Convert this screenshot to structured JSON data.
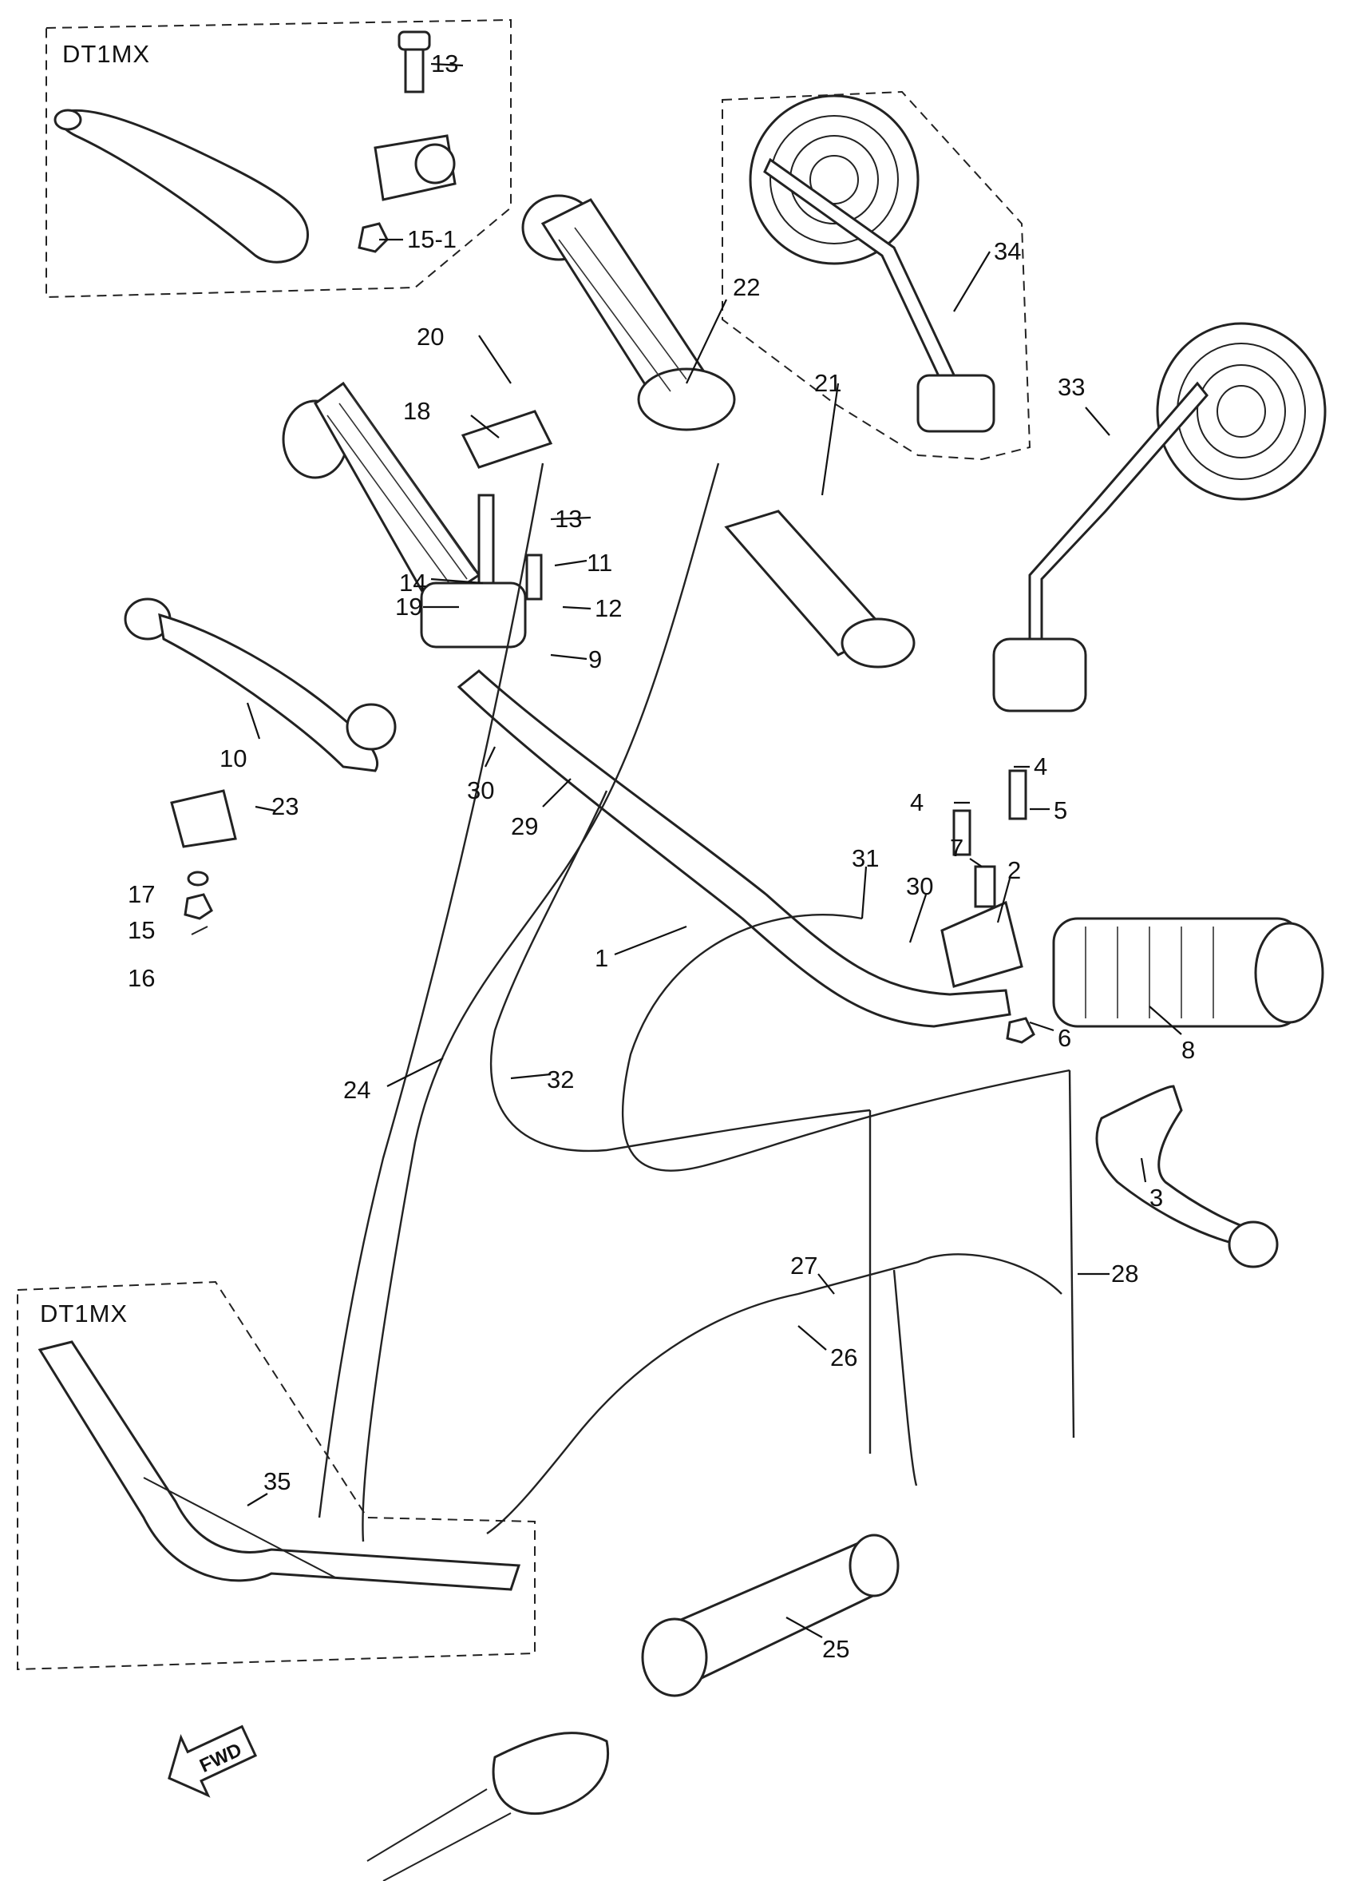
{
  "inset_top": {
    "label": "DT1MX"
  },
  "inset_bottom": {
    "label": "DT1MX"
  },
  "fwd_badge": {
    "label": "FWD"
  },
  "callouts": [
    "13",
    "15-1",
    "34",
    "22",
    "20",
    "18",
    "21",
    "33",
    "13",
    "11",
    "14",
    "19",
    "12",
    "9",
    "10",
    "23",
    "30",
    "29",
    "17",
    "15",
    "16",
    "4",
    "4",
    "5",
    "7",
    "2",
    "31",
    "30",
    "1",
    "8",
    "6",
    "24",
    "32",
    "3",
    "27",
    "28",
    "26",
    "35",
    "25"
  ]
}
